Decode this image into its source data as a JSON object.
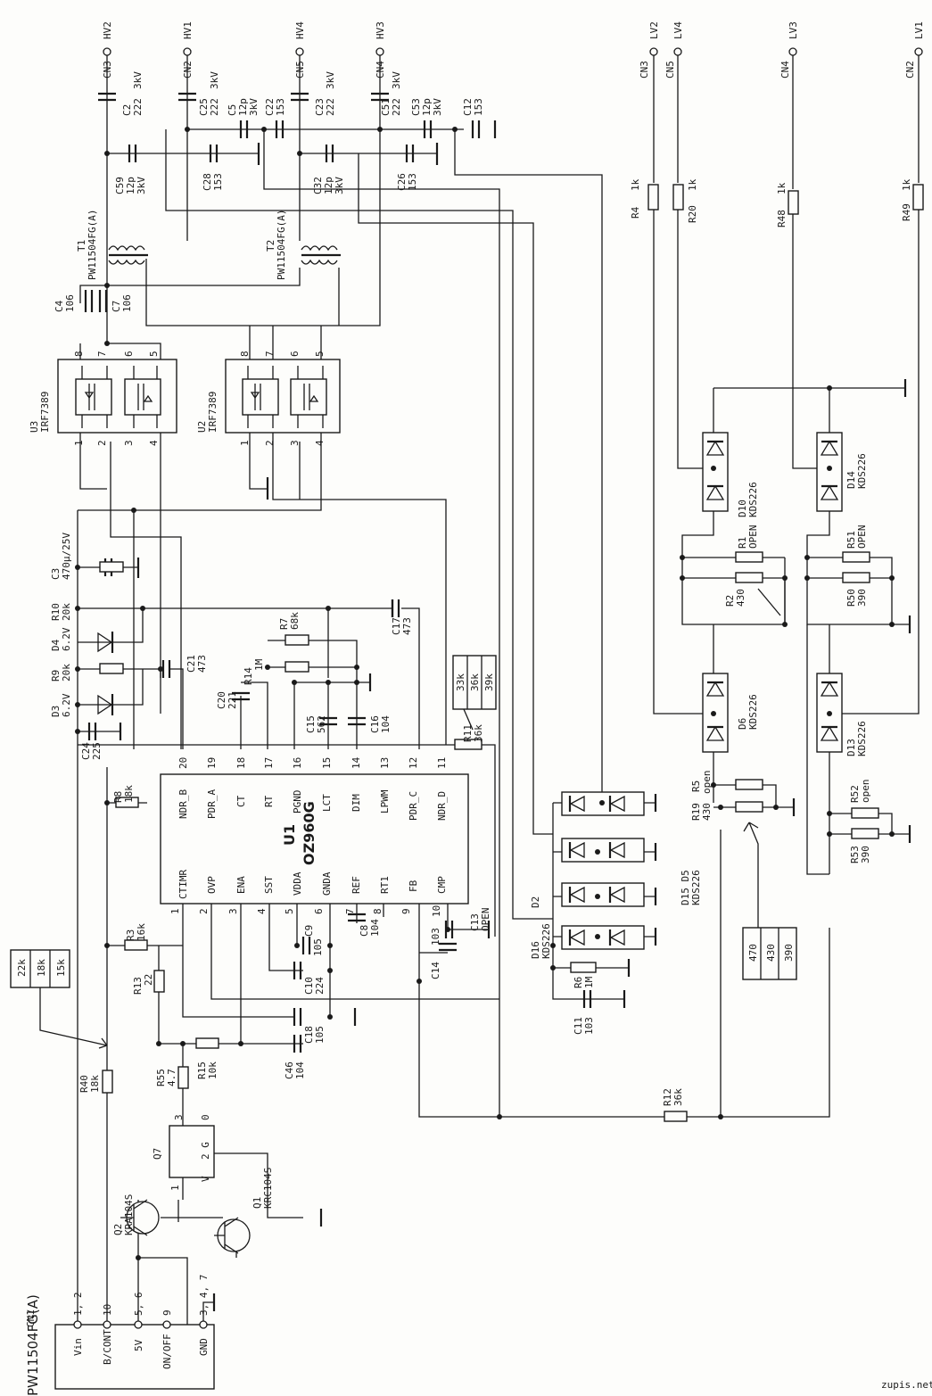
{
  "connectors_top": {
    "hv": [
      {
        "pin": "CN3",
        "net": "HV2"
      },
      {
        "pin": "CN2",
        "net": "HV1"
      },
      {
        "pin": "CN5",
        "net": "HV4"
      },
      {
        "pin": "CN4",
        "net": "HV3"
      }
    ],
    "lv": [
      {
        "pin": "CN3",
        "net": "LV2"
      },
      {
        "pin": "CN5",
        "net": "LV4"
      },
      {
        "pin": "CN4",
        "net": "LV3"
      },
      {
        "pin": "CN2",
        "net": "LV1"
      }
    ]
  },
  "capacitors_top": [
    {
      "ref": "C2",
      "line1": "222",
      "line2": "3kV"
    },
    {
      "ref": "C25",
      "line1": "222",
      "line2": "3kV"
    },
    {
      "ref": "C5",
      "line1": "12p",
      "line2": "3kV"
    },
    {
      "ref": "C22",
      "line1": "153",
      "line2": ""
    },
    {
      "ref": "C23",
      "line1": "222",
      "line2": "3kV"
    },
    {
      "ref": "C51",
      "line1": "222",
      "line2": "3kV"
    },
    {
      "ref": "C53",
      "line1": "12p",
      "line2": "3kV"
    },
    {
      "ref": "C12",
      "line1": "153",
      "line2": ""
    },
    {
      "ref": "C59",
      "line1": "12p",
      "line2": "3kV"
    },
    {
      "ref": "C28",
      "line1": "153",
      "line2": ""
    },
    {
      "ref": "C32",
      "line1": "12p",
      "line2": "3kV"
    },
    {
      "ref": "C26",
      "line1": "153",
      "line2": ""
    }
  ],
  "transformers": [
    {
      "ref": "T1",
      "part": "PW11504FG(A)"
    },
    {
      "ref": "T2",
      "part": "PW11504FG(A)"
    }
  ],
  "caps_mid": [
    {
      "ref": "C4",
      "value": "106"
    },
    {
      "ref": "C7",
      "value": "106"
    }
  ],
  "mosfets": [
    {
      "ref": "U3",
      "part": "IRF7389"
    },
    {
      "ref": "U2",
      "part": "IRF7389"
    }
  ],
  "mosfet_pins": {
    "top": [
      "8",
      "7",
      "6",
      "5"
    ],
    "bottom": [
      "1",
      "2",
      "3",
      "4"
    ]
  },
  "ic": {
    "ref": "U1",
    "part": "OZ960G",
    "top_pins": [
      {
        "num": "20",
        "name": "NDR_B"
      },
      {
        "num": "19",
        "name": "PDR_A"
      },
      {
        "num": "18",
        "name": "CT"
      },
      {
        "num": "17",
        "name": "RT"
      },
      {
        "num": "16",
        "name": "PGND"
      },
      {
        "num": "15",
        "name": "LCT"
      },
      {
        "num": "14",
        "name": "DIM"
      },
      {
        "num": "13",
        "name": "LPWM"
      },
      {
        "num": "12",
        "name": "PDR_C"
      },
      {
        "num": "11",
        "name": "NDR_D"
      }
    ],
    "bottom_pins": [
      {
        "num": "1",
        "name": "CTIMR"
      },
      {
        "num": "2",
        "name": "OVP"
      },
      {
        "num": "3",
        "name": "ENA"
      },
      {
        "num": "4",
        "name": "SST"
      },
      {
        "num": "5",
        "name": "VDDA"
      },
      {
        "num": "6",
        "name": "GNDA"
      },
      {
        "num": "7",
        "name": "REF"
      },
      {
        "num": "8",
        "name": "RT1"
      },
      {
        "num": "9",
        "name": "FB"
      },
      {
        "num": "10",
        "name": "CMP"
      }
    ]
  },
  "left_parts": [
    {
      "ref": "C3",
      "value": "470μ/25V"
    },
    {
      "ref": "R10",
      "value": "20k"
    },
    {
      "ref": "D4",
      "value": "6.2V"
    },
    {
      "ref": "R9",
      "value": "20k"
    },
    {
      "ref": "D3",
      "value": "6.2V"
    },
    {
      "ref": "C24",
      "value": "225"
    },
    {
      "ref": "C21",
      "value": "473"
    },
    {
      "ref": "C17",
      "value": "473"
    },
    {
      "ref": "C20",
      "value": "221"
    },
    {
      "ref": "R14",
      "value": "1M"
    },
    {
      "ref": "R7",
      "value": "68k"
    },
    {
      "ref": "C15",
      "value": "562"
    },
    {
      "ref": "C16",
      "value": "104"
    },
    {
      "ref": "R11",
      "value": "36k"
    },
    {
      "ref": "R8",
      "value": "18k"
    },
    {
      "ref": "R3",
      "value": "16k"
    },
    {
      "ref": "R13",
      "value": "22"
    },
    {
      "ref": "C9",
      "value": "105"
    },
    {
      "ref": "C8",
      "value": "104"
    },
    {
      "ref": "C10",
      "value": "224"
    },
    {
      "ref": "C13",
      "value": "OPEN"
    },
    {
      "ref": "C14",
      "value": "103"
    },
    {
      "ref": "C18",
      "value": "105"
    },
    {
      "ref": "C46",
      "value": "104"
    },
    {
      "ref": "R15",
      "value": "10k"
    },
    {
      "ref": "R55",
      "value": "4.7"
    },
    {
      "ref": "R40",
      "value": "18k"
    },
    {
      "ref": "R6",
      "value": "1M"
    },
    {
      "ref": "C11",
      "value": "103"
    },
    {
      "ref": "R12",
      "value": "36k"
    }
  ],
  "option_table_r11": [
    "33k",
    "36k",
    "39k"
  ],
  "option_table_r40": [
    "22k",
    "18k",
    "15k"
  ],
  "option_table_r19": [
    "470",
    "430",
    "390"
  ],
  "transistors": [
    {
      "ref": "Q7",
      "label": ""
    },
    {
      "ref": "Q2",
      "label": "KRA104S"
    },
    {
      "ref": "Q1",
      "label": "KRC104S"
    }
  ],
  "q7_pins": {
    "p3": "3",
    "p0": "0",
    "p1": "1",
    "p2g": "2 G",
    "v": "V"
  },
  "diodes_right": [
    {
      "ref": "D10",
      "part": "KDS226"
    },
    {
      "ref": "D14",
      "part": "KDS226"
    },
    {
      "ref": "D6",
      "part": "KDS226"
    },
    {
      "ref": "D13",
      "part": "KDS226"
    },
    {
      "ref": "D15 D5",
      "part": "KDS226"
    },
    {
      "ref": "D16",
      "part": "KDS226"
    },
    {
      "ref": "D2",
      "part": ""
    }
  ],
  "right_resistors": [
    {
      "ref": "R4",
      "value": "1k"
    },
    {
      "ref": "R20",
      "value": "1k"
    },
    {
      "ref": "R48",
      "value": "1k"
    },
    {
      "ref": "R49",
      "value": "1k"
    },
    {
      "ref": "R1",
      "value": "OPEN"
    },
    {
      "ref": "R2",
      "value": "430"
    },
    {
      "ref": "R51",
      "value": "OPEN"
    },
    {
      "ref": "R50",
      "value": "390"
    },
    {
      "ref": "R5",
      "value": "open"
    },
    {
      "ref": "R19",
      "value": "430"
    },
    {
      "ref": "R52",
      "value": "open"
    },
    {
      "ref": "R53",
      "value": "390"
    }
  ],
  "cn1": {
    "ref": "CN1",
    "part": "PW11504FG(A)",
    "pins": [
      {
        "num": "1, 2",
        "name": "Vin"
      },
      {
        "num": "10",
        "name": "B/CONT"
      },
      {
        "num": "5, 6",
        "name": "5V"
      },
      {
        "num": "9",
        "name": "ON/OFF"
      },
      {
        "num": "3, 4, 7",
        "name": "GND"
      }
    ]
  },
  "watermark": "zupis.net"
}
